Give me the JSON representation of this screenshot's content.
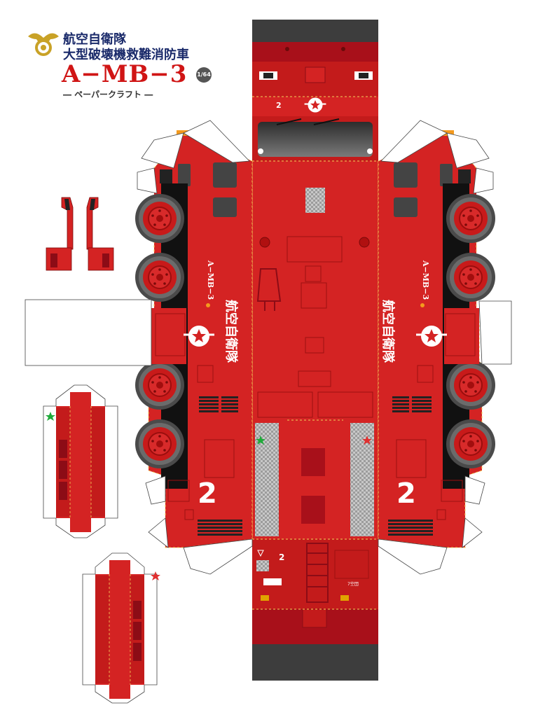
{
  "header": {
    "org": "航空自衛隊",
    "vehicle_type": "大型破壊機救難消防車",
    "model": "A−MB−3",
    "scale": "1/64",
    "subtitle": "― ペーパークラフト ―"
  },
  "markings": {
    "side_org": "航空自衛隊",
    "side_model": "A−MB−3",
    "number": "2",
    "rear_plate": "7空団"
  },
  "colors": {
    "body": "#d42323",
    "body_dark": "#a8101a",
    "maroon": "#8c0c16",
    "tire": "#4a4a4a",
    "window": "#4d4d4d",
    "fold_line": "#f2d35a",
    "title_navy": "#1a2a6a",
    "title_red": "#d01515"
  },
  "icons": {
    "emblem": "jasdf-emblem-icon",
    "roundel": "sakura-roundel-icon",
    "green_star": "green-star-icon",
    "red_star": "red-star-icon"
  }
}
